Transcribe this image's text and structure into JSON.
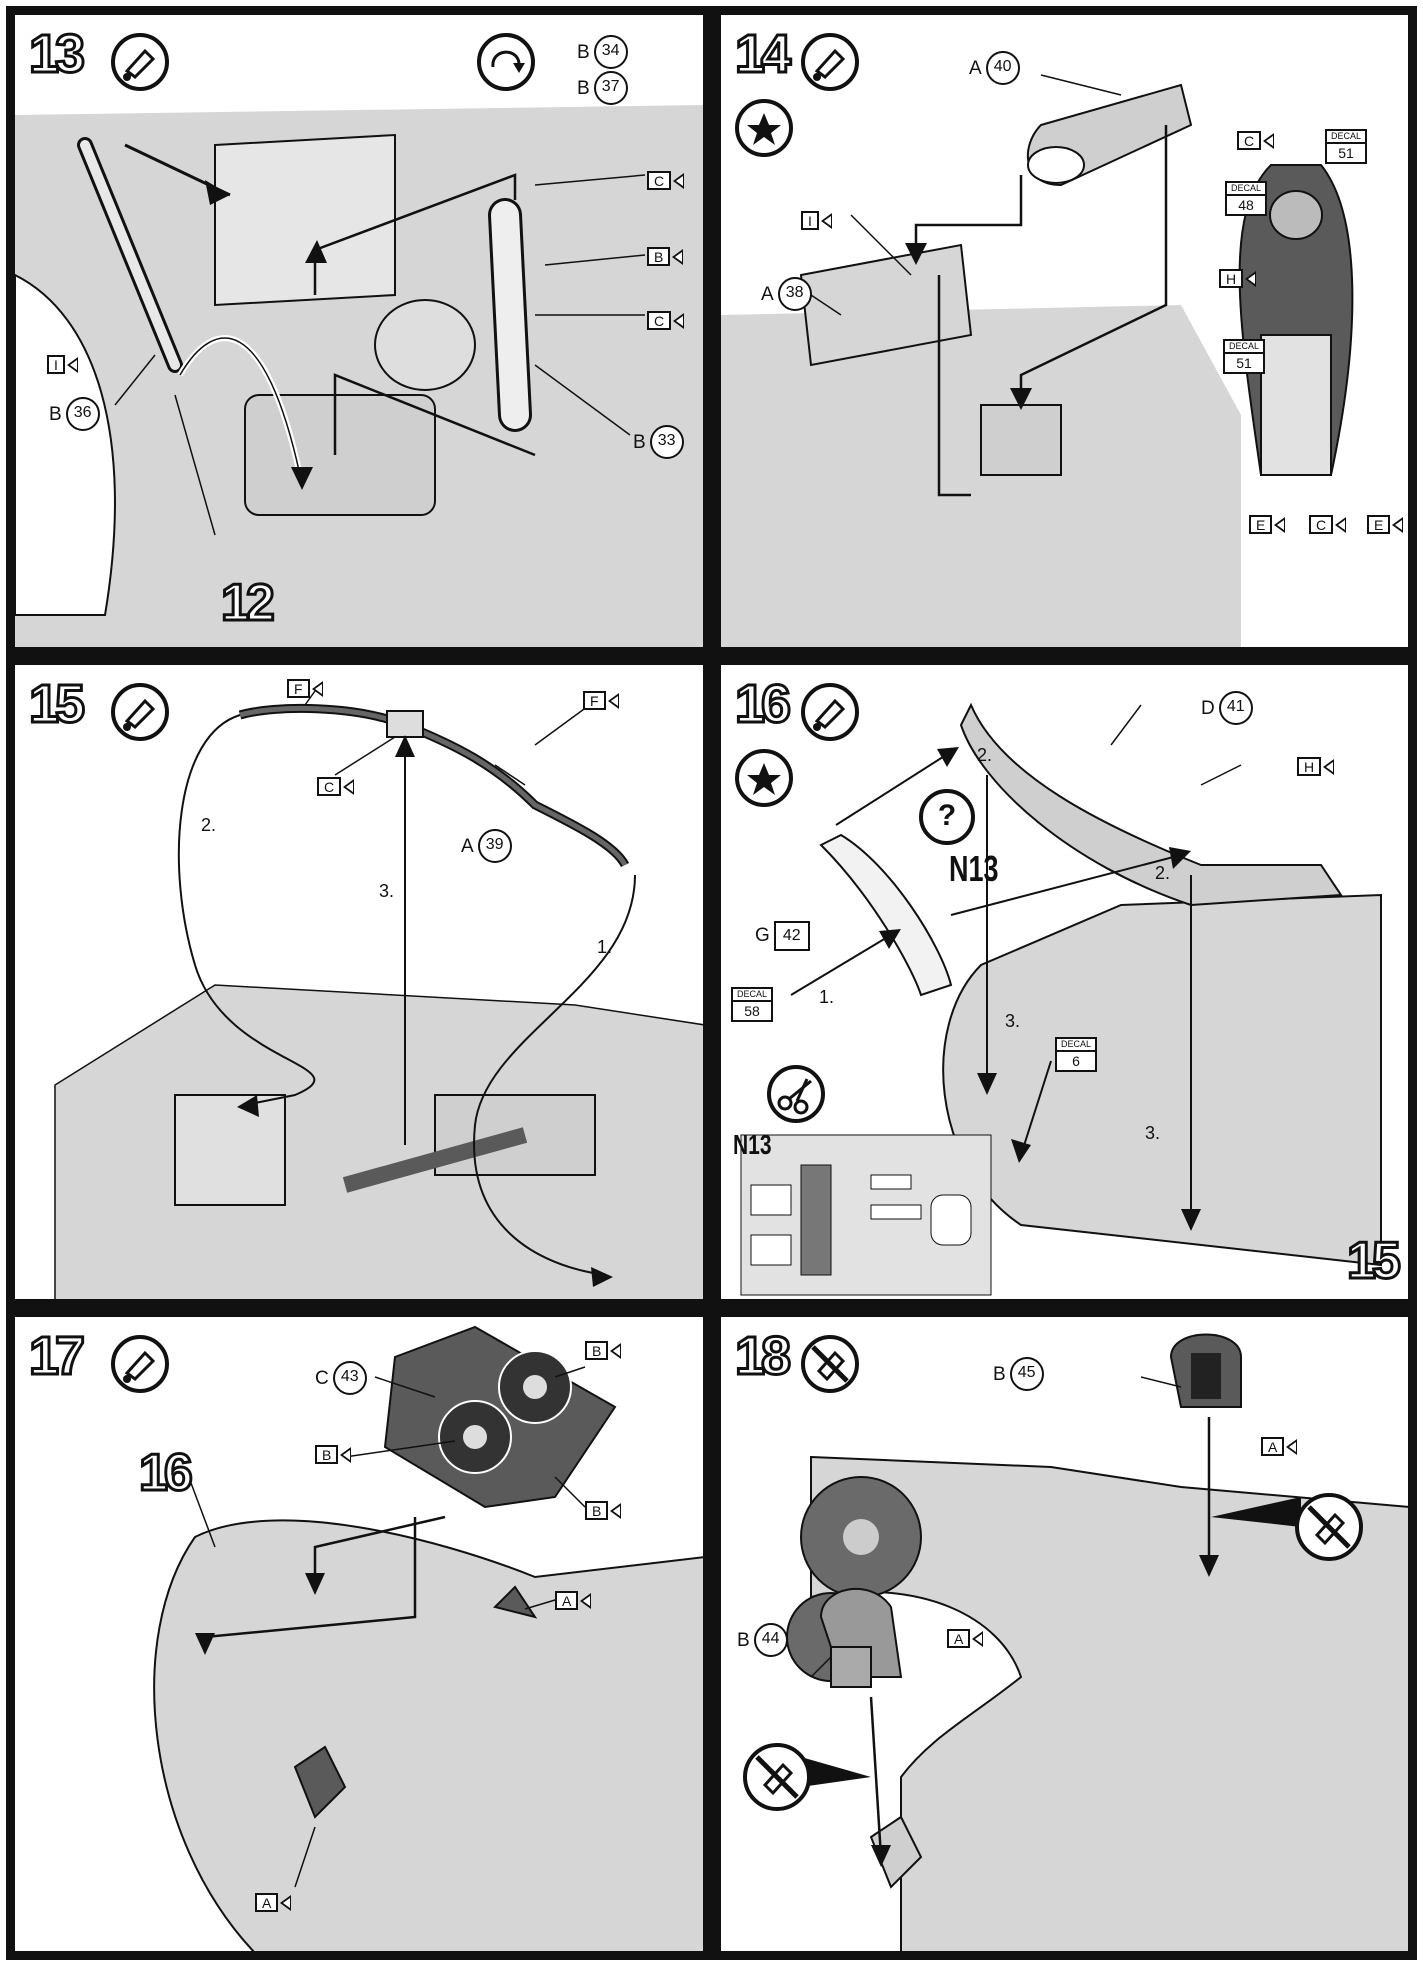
{
  "steps": {
    "s13": {
      "number": "13",
      "big_ref": "12",
      "parts": [
        {
          "letter": "B",
          "num": "34"
        },
        {
          "letter": "B",
          "num": "37"
        },
        {
          "letter": "B",
          "num": "36"
        },
        {
          "letter": "B",
          "num": "33"
        }
      ],
      "flags": [
        "C",
        "B",
        "C",
        "I"
      ]
    },
    "s14": {
      "number": "14",
      "parts": [
        {
          "letter": "A",
          "num": "40"
        },
        {
          "letter": "A",
          "num": "38"
        }
      ],
      "flags": [
        "I",
        "C",
        "H",
        "E",
        "C",
        "E"
      ],
      "decals": [
        {
          "label": "DECAL",
          "num": "51"
        },
        {
          "label": "DECAL",
          "num": "48"
        },
        {
          "label": "DECAL",
          "num": "51"
        }
      ]
    },
    "s15": {
      "number": "15",
      "parts": [
        {
          "letter": "A",
          "num": "39"
        }
      ],
      "flags": [
        "F",
        "F",
        "C"
      ],
      "sequence": [
        "1.",
        "2.",
        "3."
      ]
    },
    "s16": {
      "number": "16",
      "big_ref": "15",
      "parts": [
        {
          "letter": "D",
          "num": "41"
        }
      ],
      "square_part": {
        "letter": "G",
        "num": "42"
      },
      "flags": [
        "H"
      ],
      "decals": [
        {
          "label": "DECAL",
          "num": "58"
        },
        {
          "label": "DECAL",
          "num": "6"
        }
      ],
      "sequence": [
        "2.",
        "2.",
        "1.",
        "3.",
        "3."
      ],
      "question": "?",
      "sheet_ref": "N13",
      "sheet_ref_small": "N13"
    },
    "s17": {
      "number": "17",
      "big_ref": "16",
      "parts": [
        {
          "letter": "C",
          "num": "43"
        }
      ],
      "flags": [
        "B",
        "B",
        "B",
        "A",
        "A"
      ]
    },
    "s18": {
      "number": "18",
      "parts": [
        {
          "letter": "B",
          "num": "45"
        },
        {
          "letter": "B",
          "num": "44"
        }
      ],
      "flags": [
        "A",
        "A"
      ]
    }
  },
  "icons": {
    "glue": "glue-tube-icon",
    "no_glue": "no-glue-icon",
    "rotate": "rotate-model-icon",
    "paint": "paint-decal-icon",
    "scissors": "scissors-icon"
  },
  "colors": {
    "ink": "#111111",
    "model_fill": "#d6d6d6",
    "part_dark": "#5a5a5a"
  }
}
